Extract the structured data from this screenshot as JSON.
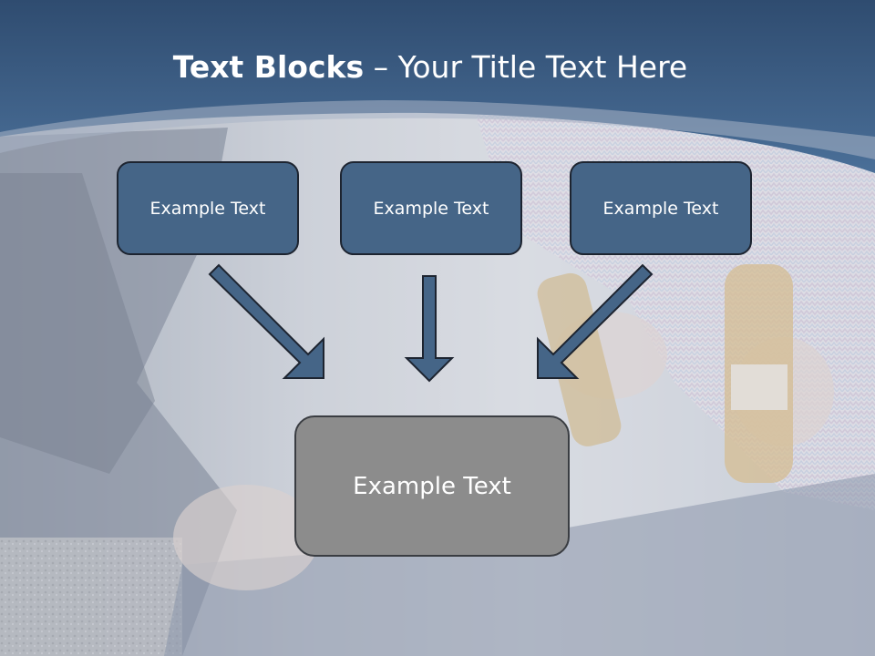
{
  "title": {
    "bold": "Text Blocks",
    "dash": "–",
    "rest": "Your Title Text Here"
  },
  "boxes": {
    "left": "Example Text",
    "center": "Example Text",
    "right": "Example Text",
    "bottom": "Example Text"
  },
  "colors": {
    "header": "#3e6088",
    "box_fill": "#456587",
    "box_border": "#1d2430",
    "arrow_fill": "#456587",
    "bottom_box_fill": "#8c8c8c"
  }
}
